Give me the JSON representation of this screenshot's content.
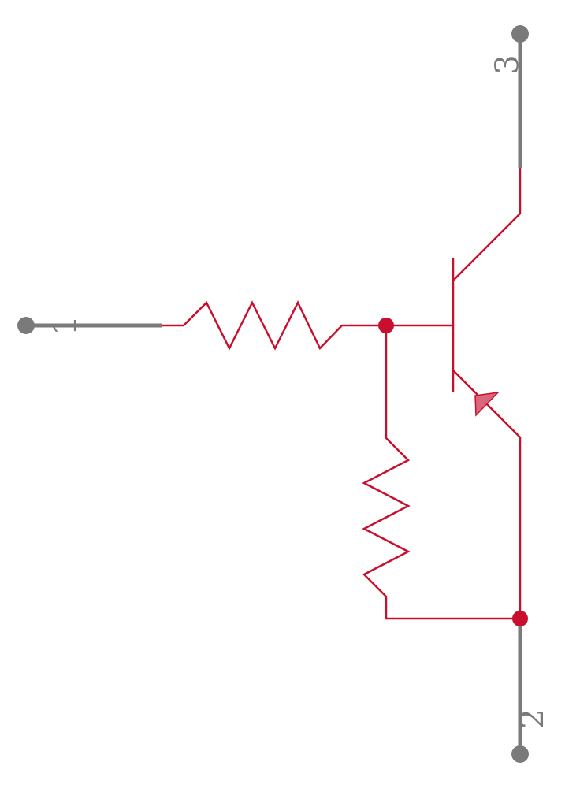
{
  "colors": {
    "wire": "#c8102e",
    "pin": "#7a7a7a",
    "arrow_fill": "#d9677a",
    "background": "#ffffff"
  },
  "component": "digital-npn-transistor-with-bias-resistors",
  "pins": [
    {
      "number": "1",
      "role": "input"
    },
    {
      "number": "2",
      "role": "emitter"
    },
    {
      "number": "3",
      "role": "collector"
    }
  ]
}
